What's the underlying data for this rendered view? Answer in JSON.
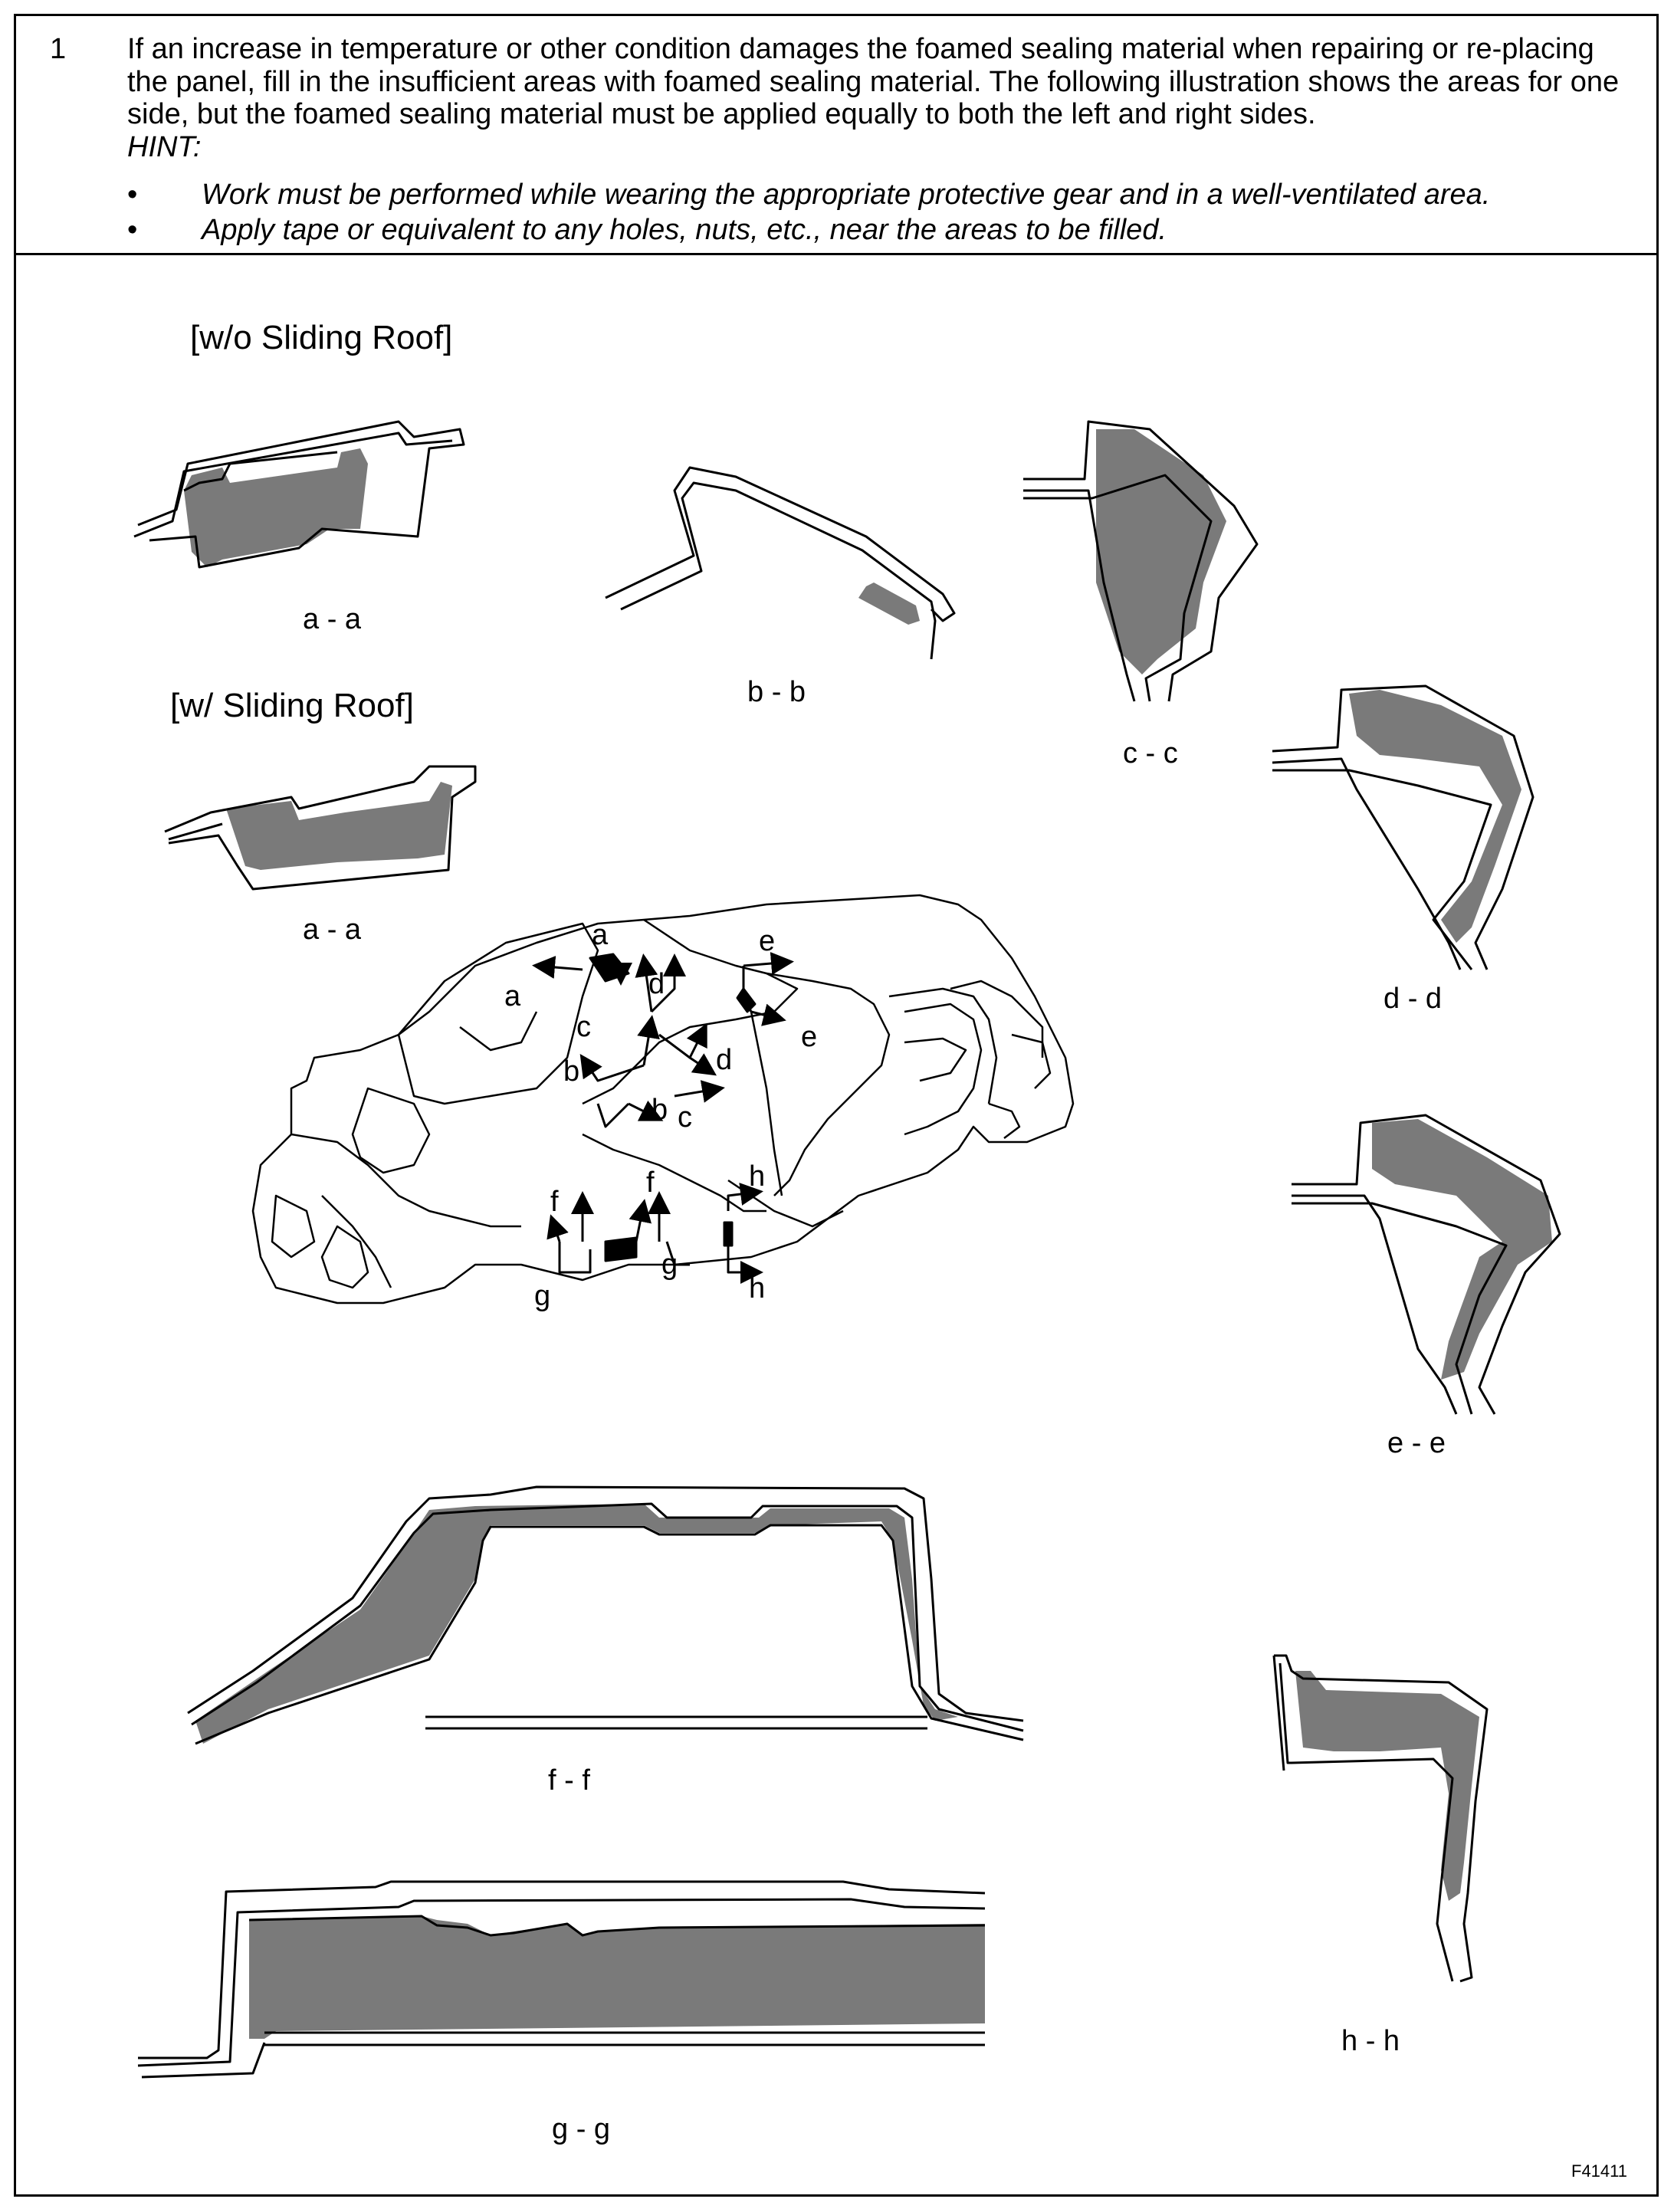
{
  "instruction": {
    "step_number": "1",
    "text": "If an increase in temperature or other condition damages the foamed sealing material when repairing or re-placing the panel, fill in the insufficient areas with foamed sealing material. The following illustration shows the areas for one side, but the foamed sealing material must be applied equally to both the left and right sides.",
    "hint_label": "HINT:",
    "bullets": [
      "Work must be performed while wearing the appropriate protective gear and in a well-ventilated area.",
      "Apply tape or equivalent to any holes, nuts, etc., near the areas to be filled."
    ],
    "bullet_symbol": "•"
  },
  "figure": {
    "variant_labels": {
      "without_sliding_roof": "[w/o Sliding Roof]",
      "with_sliding_roof": "[w/ Sliding Roof]"
    },
    "section_labels": {
      "aa1": "a - a",
      "aa2": "a - a",
      "bb": "b - b",
      "cc": "c - c",
      "dd": "d - d",
      "ee": "e - e",
      "ff": "f - f",
      "gg": "g - g",
      "hh": "h - h"
    },
    "car_markers": {
      "a1": "a",
      "a2": "a",
      "b1": "b",
      "b2": "b",
      "c1": "c",
      "c2": "c",
      "d1": "d",
      "d2": "d",
      "e1": "e",
      "e2": "e",
      "f1": "f",
      "f2": "f",
      "g1": "g",
      "g2": "g",
      "h1": "h",
      "h2": "h"
    },
    "figure_code": "F41411",
    "fill_color": "#7a7a7a"
  }
}
